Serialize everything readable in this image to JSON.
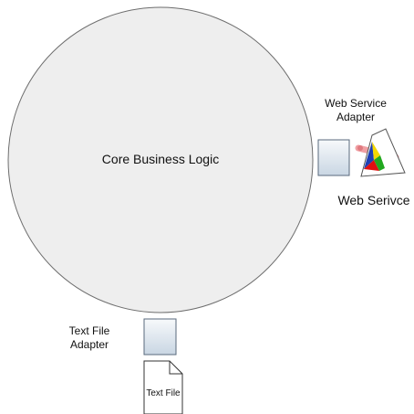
{
  "core": {
    "label": "Core Business Logic"
  },
  "web_service_adapter": {
    "line1": "Web Service",
    "line2": "Adapter"
  },
  "web_service": {
    "label": "Web Serivce"
  },
  "text_file_adapter": {
    "line1": "Text File",
    "line2": "Adapter"
  },
  "text_file": {
    "label": "Text File"
  },
  "colors": {
    "circle_fill": "#eeeeee",
    "circle_stroke": "#6e6e6e",
    "adapter_fill_top": "#f7f9fb",
    "adapter_fill_bottom": "#c9d6e3",
    "adapter_stroke": "#596a7c",
    "document_fill": "#ffffff",
    "document_stroke": "#333333",
    "globe_red": "#e01010",
    "globe_yellow": "#f4d800",
    "globe_blue": "#1f3fb4",
    "globe_green": "#22a81f",
    "plug_pink": "#f0a0a4"
  }
}
